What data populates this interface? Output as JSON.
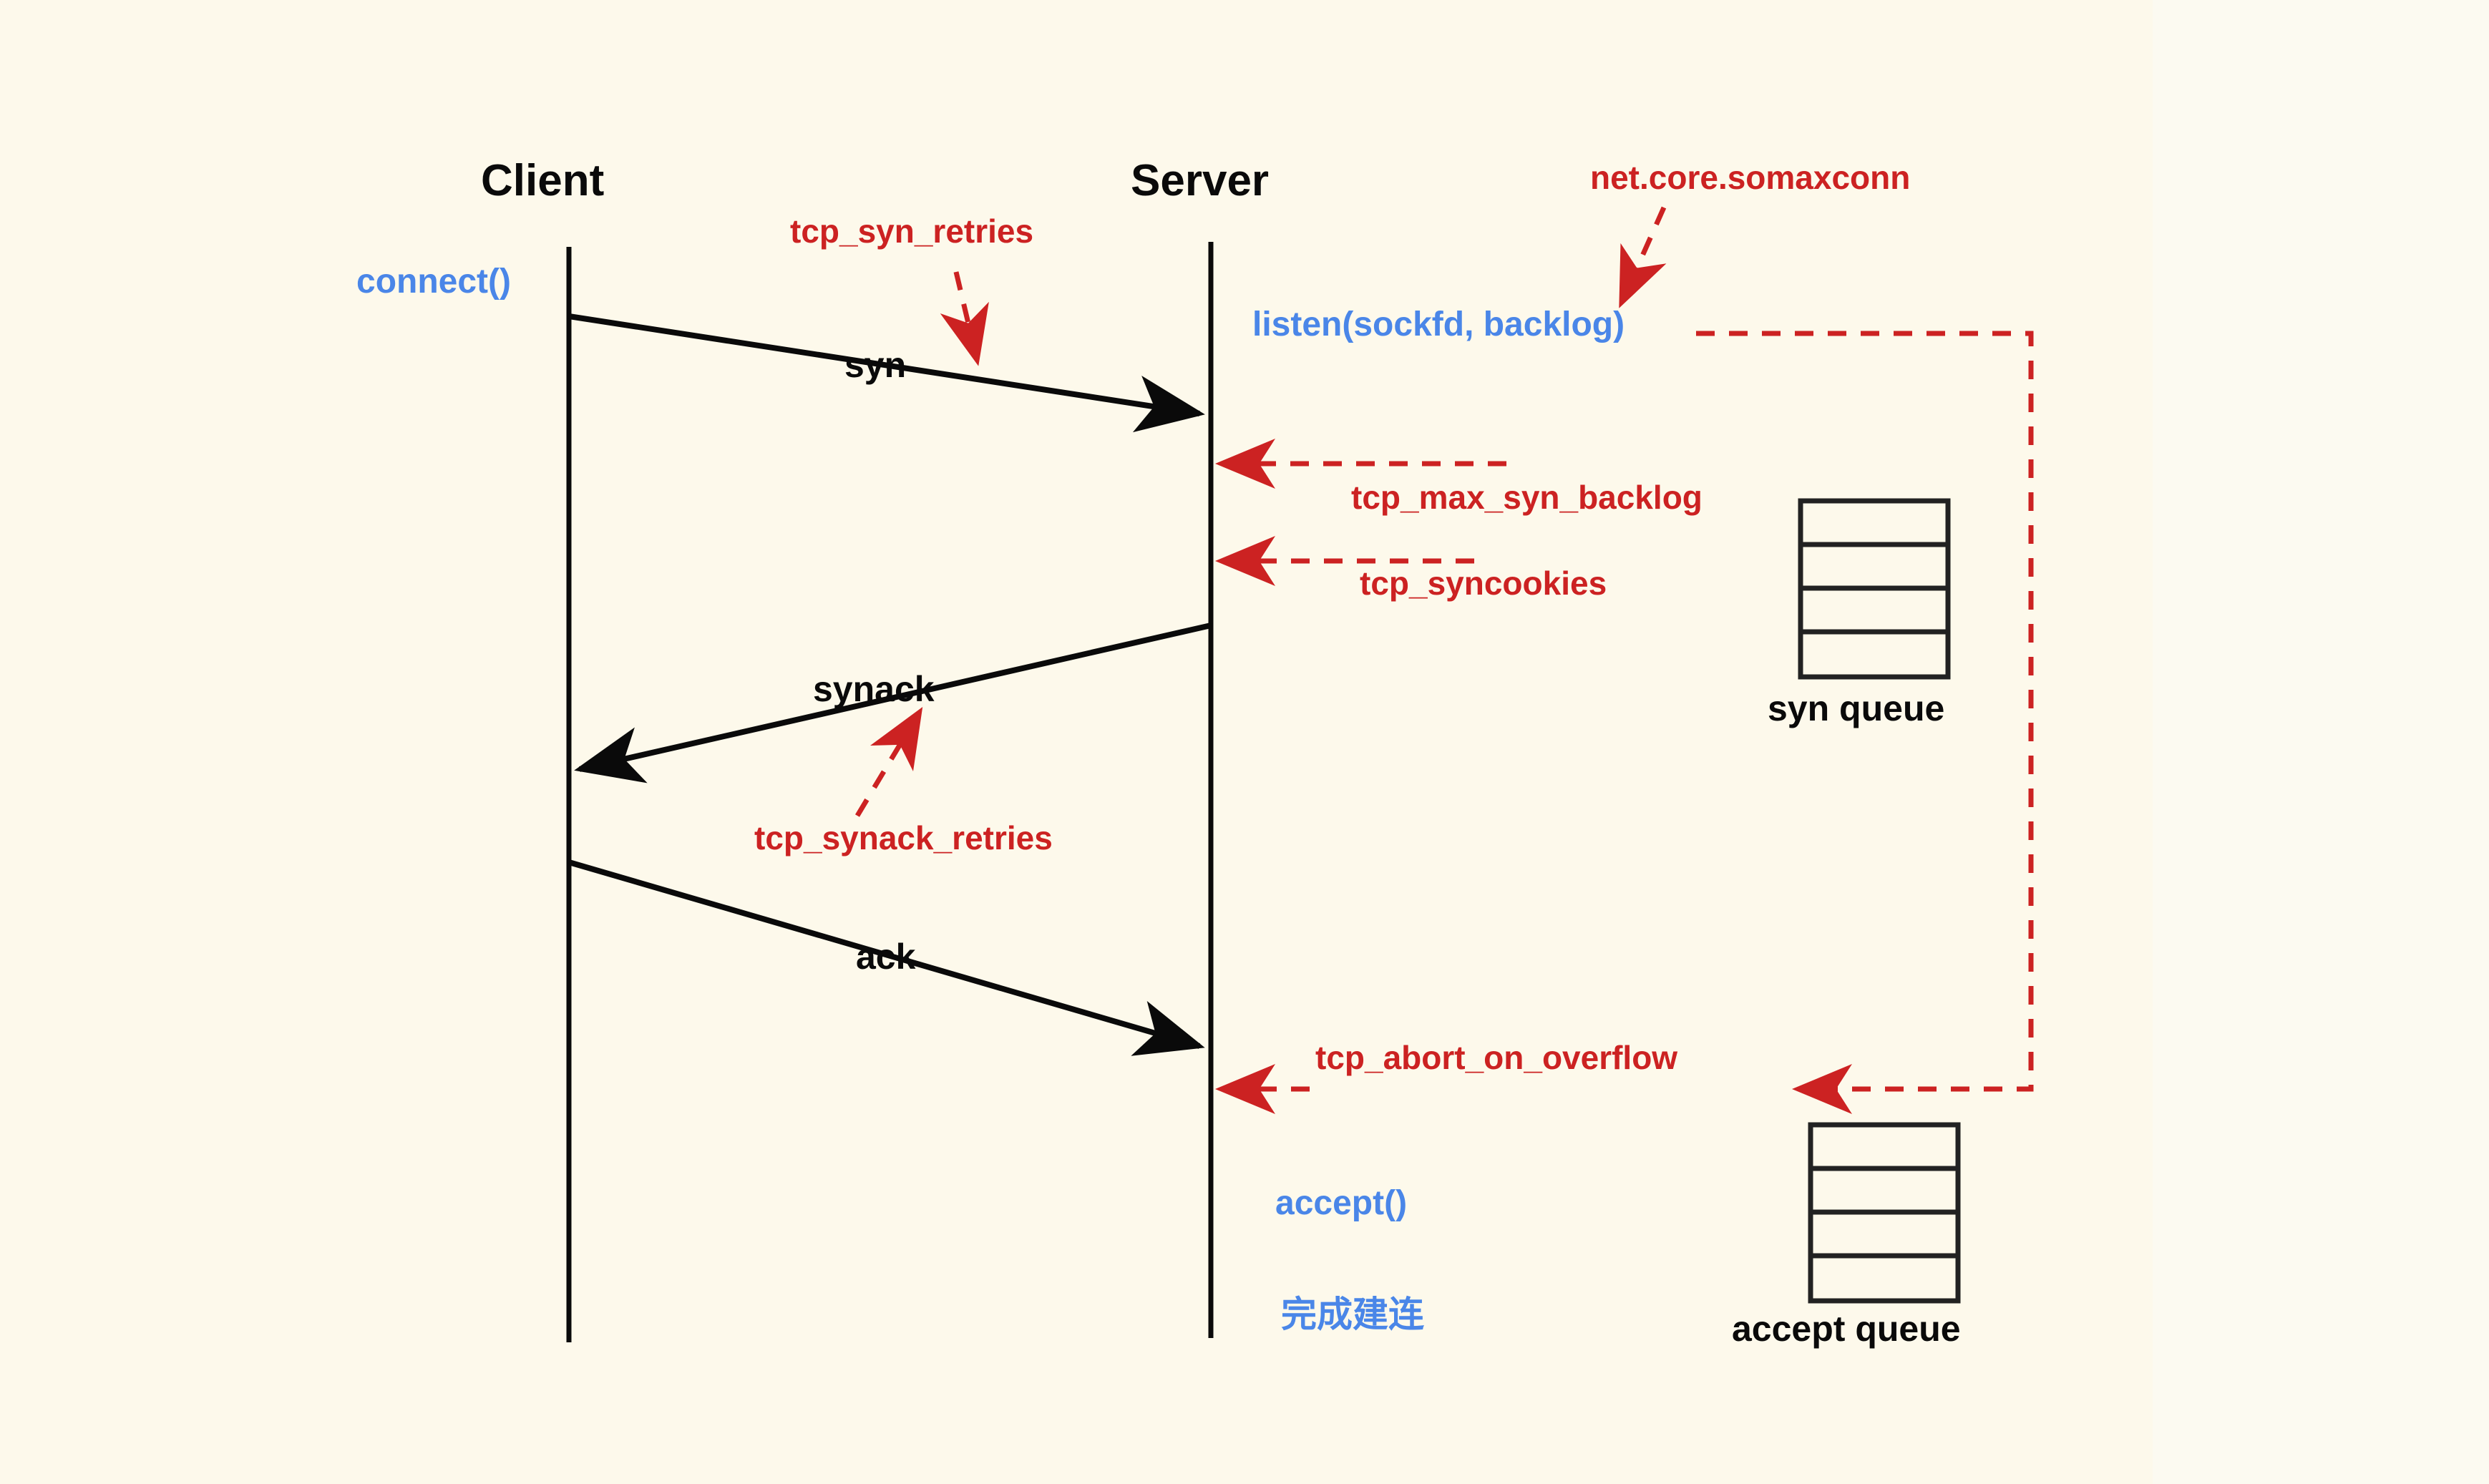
{
  "canvas": {
    "background": "#FDF9EB",
    "panel_right_background": "#FCFAF1",
    "colors": {
      "black": "#0A0A0A",
      "red": "#CC2222",
      "blue": "#4A86E8"
    }
  },
  "lifelines": {
    "client": {
      "title": "Client"
    },
    "server": {
      "title": "Server"
    }
  },
  "messages": {
    "syn": "syn",
    "synack": "synack",
    "ack": "ack"
  },
  "syscalls": {
    "connect": "connect()",
    "listen": "listen(sockfd, backlog)",
    "accept": "accept()",
    "established_cn": "完成建连"
  },
  "kernel_params": {
    "tcp_syn_retries": "tcp_syn_retries",
    "net_core_somaxconn": "net.core.somaxconn",
    "tcp_max_syn_backlog": "tcp_max_syn_backlog",
    "tcp_syncookies": "tcp_syncookies",
    "tcp_synack_retries": "tcp_synack_retries",
    "tcp_abort_on_overflow": "tcp_abort_on_overflow"
  },
  "queues": [
    {
      "label": "syn queue",
      "rows": 4
    },
    {
      "label": "accept queue",
      "rows": 4
    }
  ]
}
